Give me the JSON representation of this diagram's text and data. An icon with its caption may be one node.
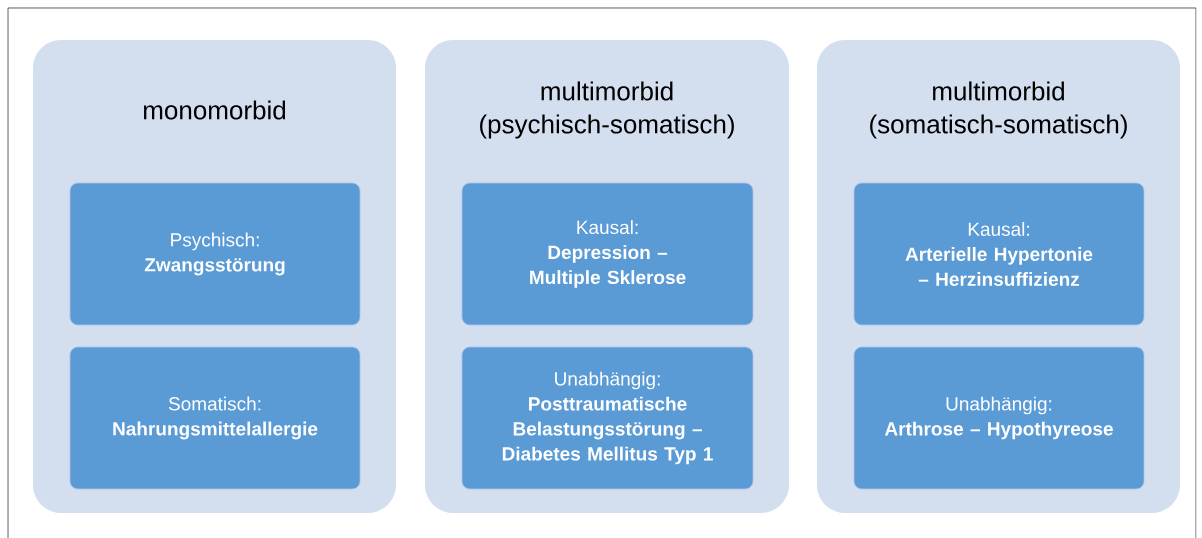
{
  "diagram": {
    "nodes": [
      {
        "text": [
          "monomorbid"
        ]
      },
      {
        "text": [
          "Psychisch:",
          "Zwangsstörung"
        ],
        "in": 0
      },
      {
        "text": [
          "Somatisch:",
          "Nahrungsmittelallergie"
        ],
        "in": 0
      },
      {
        "text": [
          "multimorbid (psychisch-somatisch)"
        ]
      },
      {
        "text": [
          "Kausal:",
          "Depression – Multiple Sklerose"
        ],
        "in": 3
      },
      {
        "text": [
          "Unabhängig:",
          "Posttraumatische Belastungsstörung – Diabetes Mellitus Typ 1"
        ],
        "in": 3
      },
      {
        "text": [
          "multimorbid (somatisch-somatisch)"
        ]
      },
      {
        "text": [
          "Kausal:",
          "Arterielle Hypertonie – Herzinsuffizienz"
        ],
        "in": 6
      },
      {
        "text": [
          "Unabhängig:",
          "Arthrose – Hypothyreose"
        ],
        "in": 6
      }
    ]
  }
}
